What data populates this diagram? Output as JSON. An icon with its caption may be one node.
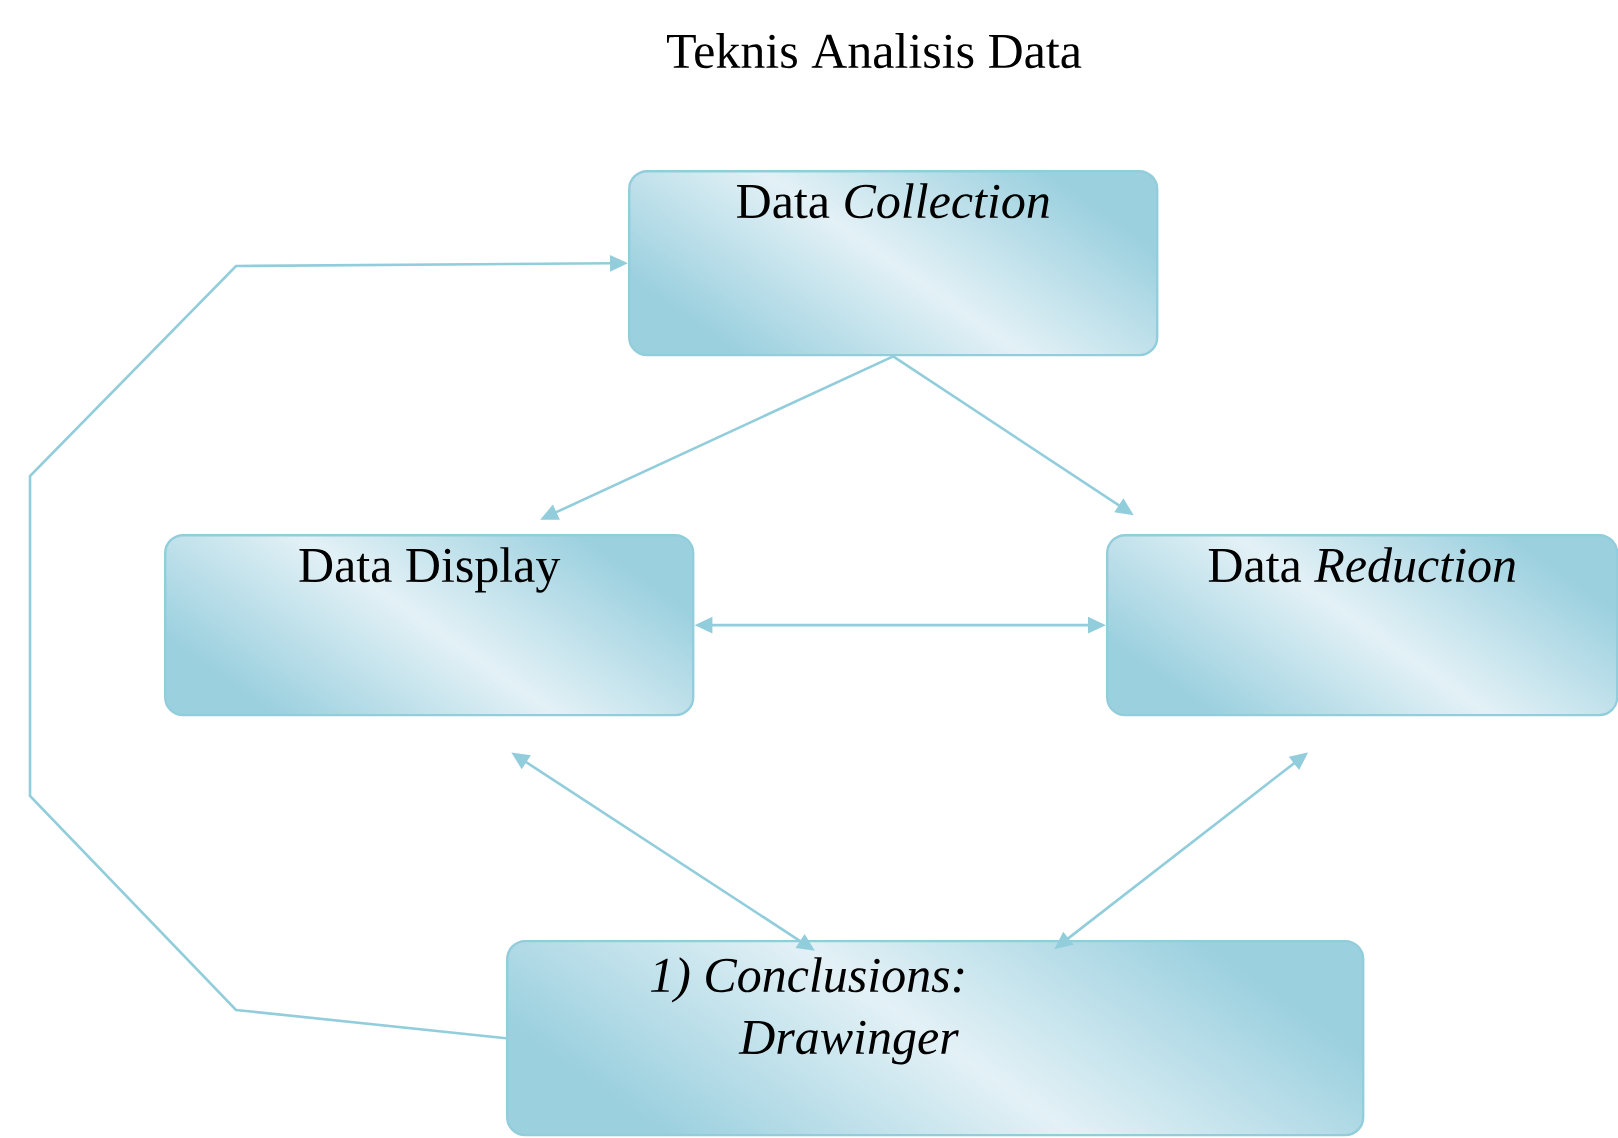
{
  "diagram": {
    "title": "Teknis Analisis Data",
    "nodes": [
      {
        "text": [
          "Data *Collection*"
        ]
      },
      {
        "text": [
          "Data Display"
        ]
      },
      {
        "text": [
          "Data *Reduction*"
        ]
      },
      {
        "text": [
          "1) Conclusions: Drawinger"
        ]
      }
    ],
    "edges": [
      {
        "from": 0,
        "to": 1,
        "arrow": "to"
      },
      {
        "from": 0,
        "to": 2,
        "arrow": "to"
      },
      {
        "from": 1,
        "to": 2,
        "arrow": "both"
      },
      {
        "from": 1,
        "to": 3,
        "arrow": "both"
      },
      {
        "from": 2,
        "to": 3,
        "arrow": "both"
      },
      {
        "from": 3,
        "to": 0,
        "arrow": "to"
      }
    ]
  }
}
